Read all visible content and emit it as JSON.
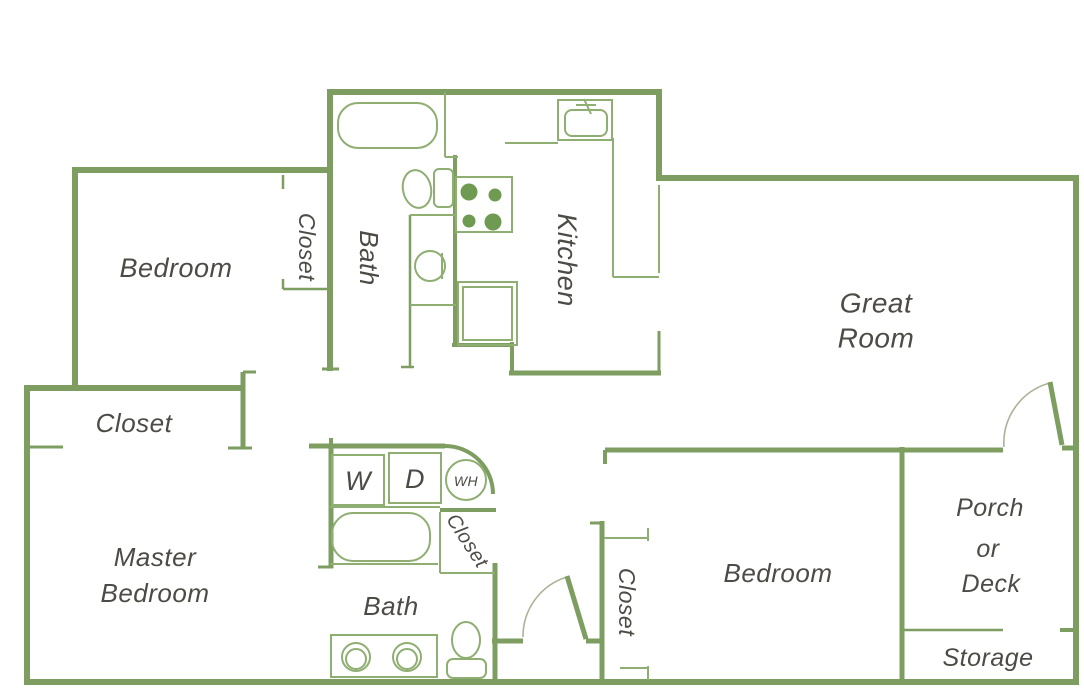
{
  "colors": {
    "wall": "#7d9e60",
    "fixture": "#8fae72",
    "accent": "#6f9a52",
    "text": "#4d4b46",
    "arc": "#aab398",
    "bg": "#ffffff"
  },
  "rooms": {
    "bedroom_top_left": {
      "label": "Bedroom"
    },
    "closet_top": {
      "label": "Closet"
    },
    "bath_upper": {
      "label": "Bath"
    },
    "kitchen": {
      "label": "Kitchen"
    },
    "great_room": {
      "line1": "Great",
      "line2": "Room"
    },
    "master_closet": {
      "label": "Closet"
    },
    "master_bedroom": {
      "line1": "Master",
      "line2": "Bedroom"
    },
    "laundry": {
      "washer": "W",
      "dryer": "D",
      "water_heater": "WH"
    },
    "hall_closet": {
      "label": "Closet"
    },
    "bath_lower": {
      "label": "Bath"
    },
    "bedroom_2": {
      "label": "Bedroom"
    },
    "bedroom_2_closet": {
      "label": "Closet"
    },
    "porch": {
      "line1": "Porch",
      "line2": "or",
      "line3": "Deck"
    },
    "storage": {
      "label": "Storage"
    }
  },
  "fixtures": {
    "bath_upper": [
      "bathtub",
      "toilet",
      "pedestal-sink"
    ],
    "kitchen": [
      "sink",
      "stove-4-burners",
      "refrigerator",
      "counter-bar"
    ],
    "laundry": [
      "washer",
      "dryer",
      "water-heater"
    ],
    "bath_lower": [
      "bathtub",
      "double-vanity-sinks",
      "toilet"
    ],
    "doors": [
      "porch-door-swing",
      "hall-door-swing"
    ]
  }
}
